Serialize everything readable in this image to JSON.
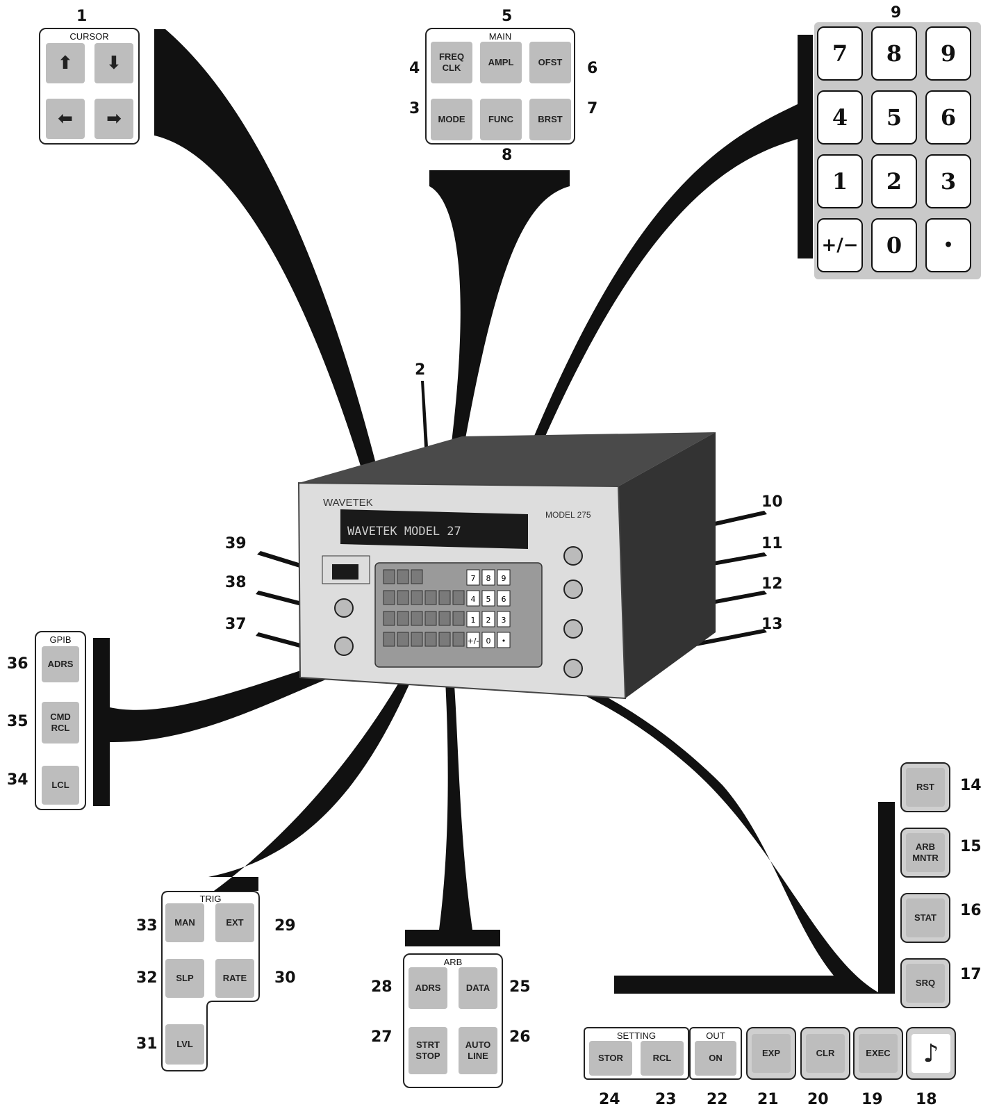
{
  "callouts": [
    "1",
    "2",
    "3",
    "4",
    "5",
    "6",
    "7",
    "8",
    "9",
    "10",
    "11",
    "12",
    "13",
    "14",
    "15",
    "16",
    "17",
    "18",
    "19",
    "20",
    "21",
    "22",
    "23",
    "24",
    "25",
    "26",
    "27",
    "28",
    "29",
    "30",
    "31",
    "32",
    "33",
    "34",
    "35",
    "36",
    "37",
    "38",
    "39"
  ],
  "cursor_panel": {
    "title": "CURSOR",
    "keys": [
      "up-arrow-icon",
      "down-arrow-icon",
      "left-arrow-icon",
      "right-arrow-icon"
    ]
  },
  "main_panel": {
    "title": "MAIN",
    "keys": [
      "FREQ\nCLK",
      "AMPL",
      "OFST",
      "MODE",
      "FUNC",
      "BRST"
    ]
  },
  "numeric_keypad": {
    "keys": [
      "7",
      "8",
      "9",
      "4",
      "5",
      "6",
      "1",
      "2",
      "3",
      "+/−",
      "0",
      "•"
    ]
  },
  "gpib_panel": {
    "title": "GPIB",
    "keys": [
      "ADRS",
      "CMD\nRCL",
      "LCL"
    ]
  },
  "trig_panel": {
    "title": "TRIG",
    "keys": [
      "MAN",
      "EXT",
      "SLP",
      "RATE",
      "LVL"
    ]
  },
  "arb_panel": {
    "title": "ARB",
    "keys": [
      "ADRS",
      "DATA",
      "STRT\nSTOP",
      "AUTO\nLINE"
    ]
  },
  "right_column": {
    "keys": [
      "RST",
      "ARB\nMNTR",
      "STAT",
      "SRQ"
    ]
  },
  "bottom_row": {
    "setting_title": "SETTING",
    "out_title": "OUT",
    "keys": [
      "STOR",
      "RCL",
      "ON",
      "EXP",
      "CLR",
      "EXEC"
    ],
    "note_key": "music-note-icon"
  },
  "instrument": {
    "brand": "WAVETEK",
    "display_text": "WAVETEK MODEL 27",
    "model_text": "MODEL 275",
    "keypad_keys": [
      "7",
      "8",
      "9",
      "4",
      "5",
      "6",
      "1",
      "2",
      "3",
      "+/-",
      "0",
      "•"
    ]
  },
  "colors": {
    "key_fill": "#bdbdbd",
    "outline": "#222222",
    "instrument_body": "#3a3a3a",
    "display": "#1a1a1a"
  }
}
